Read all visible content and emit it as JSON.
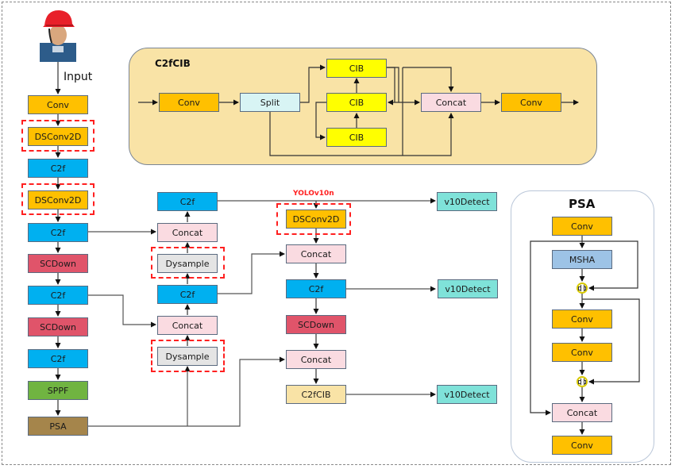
{
  "input_label": "Input",
  "backbone": {
    "layers": [
      {
        "label": "Conv",
        "type": "conv"
      },
      {
        "label": "DSConv2D",
        "type": "conv",
        "highlighted": true
      },
      {
        "label": "C2f",
        "type": "c2f"
      },
      {
        "label": "DSConv2D",
        "type": "conv",
        "highlighted": true
      },
      {
        "label": "C2f",
        "type": "c2f"
      },
      {
        "label": "SCDown",
        "type": "scdown"
      },
      {
        "label": "C2f",
        "type": "c2f"
      },
      {
        "label": "SCDown",
        "type": "scdown"
      },
      {
        "label": "C2f",
        "type": "c2f"
      },
      {
        "label": "SPPF",
        "type": "sppf"
      },
      {
        "label": "PSA",
        "type": "psa"
      }
    ]
  },
  "neck_up": {
    "layers": [
      {
        "label": "C2f"
      },
      {
        "label": "Concat"
      },
      {
        "label": "Dysample",
        "highlighted": true
      },
      {
        "label": "C2f"
      },
      {
        "label": "Concat"
      },
      {
        "label": "Dysample",
        "highlighted": true
      }
    ]
  },
  "neck_down": {
    "model_label": "YOLOv10n",
    "layers": [
      {
        "label": "DSConv2D",
        "highlighted": true
      },
      {
        "label": "Concat"
      },
      {
        "label": "C2f"
      },
      {
        "label": "SCDown"
      },
      {
        "label": "Concat"
      },
      {
        "label": "C2fCIB"
      }
    ]
  },
  "heads": [
    {
      "label": "v10Detect"
    },
    {
      "label": "v10Detect"
    },
    {
      "label": "v10Detect"
    }
  ],
  "c2fcib_panel": {
    "title": "C2fCIB",
    "blocks": {
      "conv_in": "Conv",
      "split": "Split",
      "cib_top": "CIB",
      "cib_mid": "CIB",
      "cib_bot": "CIB",
      "concat": "Concat",
      "conv_out": "Conv"
    }
  },
  "psa_panel": {
    "title": "PSA",
    "blocks": {
      "conv1": "Conv",
      "msha": "MSHA",
      "conv2": "Conv",
      "conv3": "Conv",
      "concat": "Concat",
      "conv4": "Conv"
    }
  },
  "colors": {
    "conv": "#ffc000",
    "c2f": "#00b0f0",
    "scdown": "#e0546a",
    "sppf": "#70b441",
    "psa": "#a5854b",
    "concat": "#fadbe1",
    "dysample": "#e4e4e4",
    "detect": "#7fe2d9",
    "c2fcib": "#f9e3a6",
    "highlight": "#ff2020"
  }
}
